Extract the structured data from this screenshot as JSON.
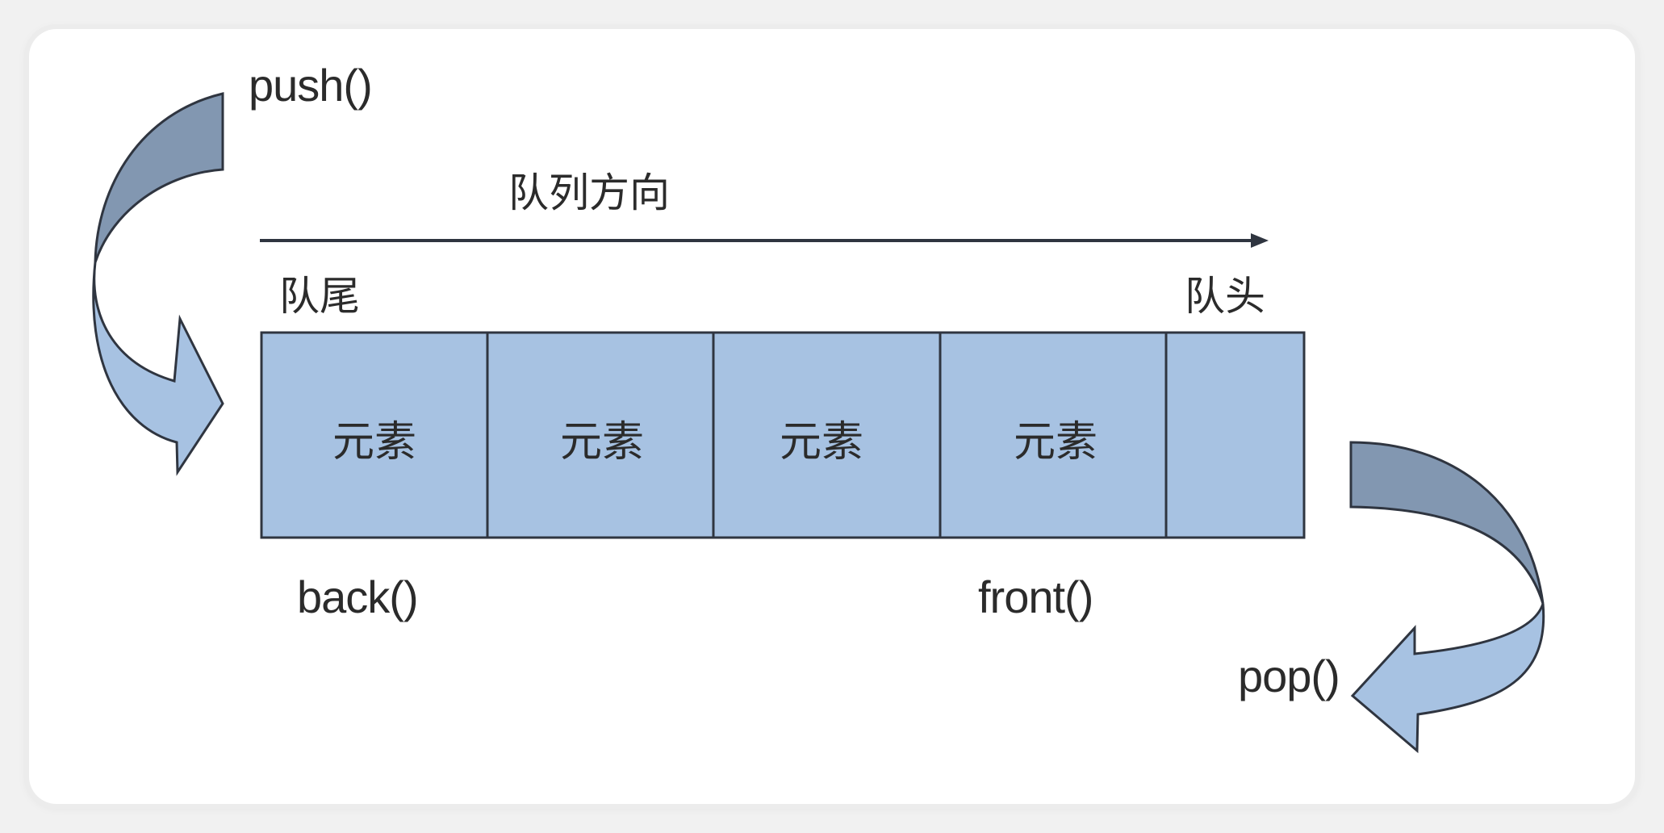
{
  "labels": {
    "push": "push()",
    "direction": "队列方向",
    "tail": "队尾",
    "head": "队头",
    "back": "back()",
    "front": "front()",
    "pop": "pop()"
  },
  "cells": [
    "元素",
    "元素",
    "元素",
    "元素",
    ""
  ],
  "colors": {
    "cell_fill": "#a7c2e2",
    "cell_border": "#2f3540",
    "arrow_light": "#a7c2e2",
    "arrow_dark": "#8297b1",
    "line": "#2f3540"
  }
}
